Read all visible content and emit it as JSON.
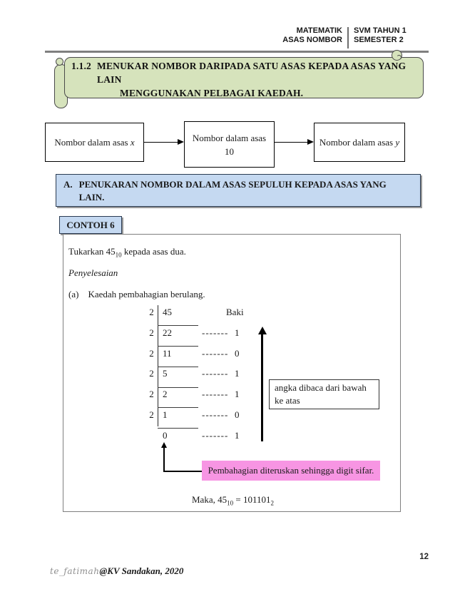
{
  "header": {
    "subject": "MATEMATIK",
    "topic": "ASAS NOMBOR",
    "program": "SVM TAHUN 1",
    "semester": "SEMESTER 2"
  },
  "banner": {
    "number": "1.1.2",
    "line1": "MENUKAR NOMBOR DARIPADA SATU ASAS KEPADA ASAS YANG LAIN",
    "line2": "MENGGUNAKAN PELBAGAI KAEDAH."
  },
  "flow": {
    "box1_text": "Nombor dalam asas ",
    "box1_var": "x",
    "box2_line1": "Nombor dalam asas",
    "box2_line2": "10",
    "box3_text": "Nombor dalam asas ",
    "box3_var": "y"
  },
  "section_a": {
    "label": "A.",
    "text": "PENUKARAN NOMBOR DALAM ASAS SEPULUH KEPADA ASAS YANG LAIN."
  },
  "contoh": {
    "label": "CONTOH 6"
  },
  "example": {
    "question_prefix": "Tukarkan 45",
    "question_base": "10",
    "question_suffix": " kepada asas dua.",
    "solution_label": "Penyelesaian",
    "method_label": "(a)",
    "method_text": "Kaedah pembahagian berulang.",
    "baki_header": "Baki",
    "division_rows": [
      {
        "divisor": "2",
        "dividend": "45",
        "dashes": "",
        "baki": ""
      },
      {
        "divisor": "2",
        "dividend": "22",
        "dashes": "-------",
        "baki": "1"
      },
      {
        "divisor": "2",
        "dividend": "11",
        "dashes": "-------",
        "baki": "0"
      },
      {
        "divisor": "2",
        "dividend": "5",
        "dashes": "-------",
        "baki": "1"
      },
      {
        "divisor": "2",
        "dividend": "2",
        "dashes": "-------",
        "baki": "1"
      },
      {
        "divisor": "2",
        "dividend": "1",
        "dashes": "-------",
        "baki": "0"
      },
      {
        "divisor": "",
        "dividend": "0",
        "dashes": "-------",
        "baki": "1"
      }
    ],
    "arrow_note": "angka dibaca dari bawah ke atas",
    "continuation_note": "Pembahagian diteruskan sehingga digit sifar.",
    "result_prefix": "Maka, 45",
    "result_base10": "10",
    "result_equals": " = 101101",
    "result_base2": "2"
  },
  "footer": {
    "signature_name": "te_fatimah",
    "signature_rest": "@KV Sandakan, 2020",
    "page_number": "12"
  },
  "colors": {
    "banner_green": "#d6e3bc",
    "section_blue": "#c5d9f1",
    "note_pink": "#f795e3"
  }
}
